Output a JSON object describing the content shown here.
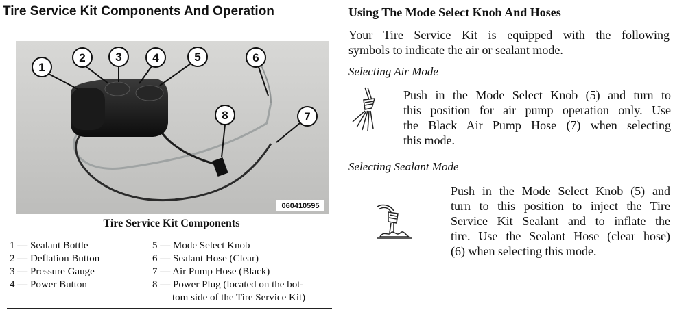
{
  "left": {
    "title": "Tire Service Kit Components And Operation",
    "photo": {
      "callouts": [
        "1",
        "2",
        "3",
        "4",
        "5",
        "6",
        "7",
        "8"
      ],
      "image_code": "060410595"
    },
    "caption": "Tire Service Kit Components",
    "legend": {
      "col1": [
        "1 — Sealant Bottle",
        "2 — Deflation Button",
        "3 — Pressure Gauge",
        "4 — Power Button"
      ],
      "col2": [
        "5 — Mode Select Knob",
        "6 — Sealant Hose (Clear)",
        "7 — Air Pump Hose (Black)",
        "8 — Power Plug (located on the bot-",
        "tom side of the Tire Service Kit)"
      ]
    }
  },
  "right": {
    "title": "Using The Mode Select Knob And Hoses",
    "intro_lines": [
      "Your Tire Service Kit is equipped with the following",
      "symbols to indicate the air or sealant mode."
    ],
    "air": {
      "heading": "Selecting Air Mode",
      "lines": [
        "Push in the Mode Select Knob (5) and turn to",
        "this position for air pump operation only. Use",
        "the Black Air Pump Hose (7) when selecting",
        "this mode."
      ],
      "icon": "air-mode-icon"
    },
    "sealant": {
      "heading": "Selecting Sealant Mode",
      "lines": [
        "Push in the Mode Select Knob (5) and",
        "turn to this position to inject the Tire",
        "Service Kit Sealant and to inflate the",
        "tire. Use the Sealant Hose (clear hose)",
        "(6) when selecting this mode."
      ],
      "icon": "sealant-mode-icon"
    }
  }
}
